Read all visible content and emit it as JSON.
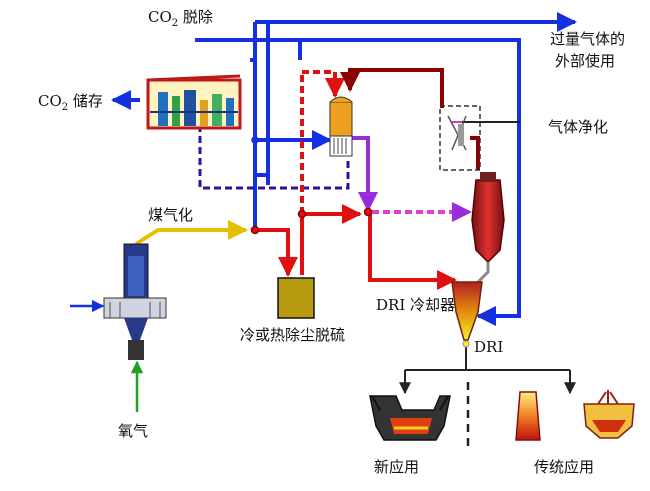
{
  "labels": {
    "co2_removal_prefix": "CO",
    "co2_removal_sub": "2",
    "co2_removal_suffix": " 脱除",
    "co2_storage_prefix": "CO",
    "co2_storage_sub": "2",
    "co2_storage_suffix": " 储存",
    "excess_gas_line1": "过量气体的",
    "excess_gas_line2": "外部使用",
    "gas_cleaning": "气体净化",
    "coal_gasification": "煤气化",
    "cooling_dedusting": "冷或热除尘脱硫",
    "dri_cooler": "DRI 冷却器",
    "dri": "DRI",
    "oxygen": "氧气",
    "new_application": "新应用",
    "traditional_application": "传统应用"
  },
  "colors": {
    "blue_line": "#1530e0",
    "red_line": "#e01010",
    "dark_red_line": "#8b0000",
    "purple_line": "#9a2bd8",
    "pink_dashed_line": "#e040d0",
    "yellow_line": "#e6c000",
    "green_line": "#22a022",
    "black_line": "#222222",
    "gasifier_body": "#2a3a8a",
    "dust_box": "#b89a10",
    "co2_unit": "#c01818",
    "shaft_furnace": "#d02020",
    "dri_yellow": "#f2e000"
  }
}
